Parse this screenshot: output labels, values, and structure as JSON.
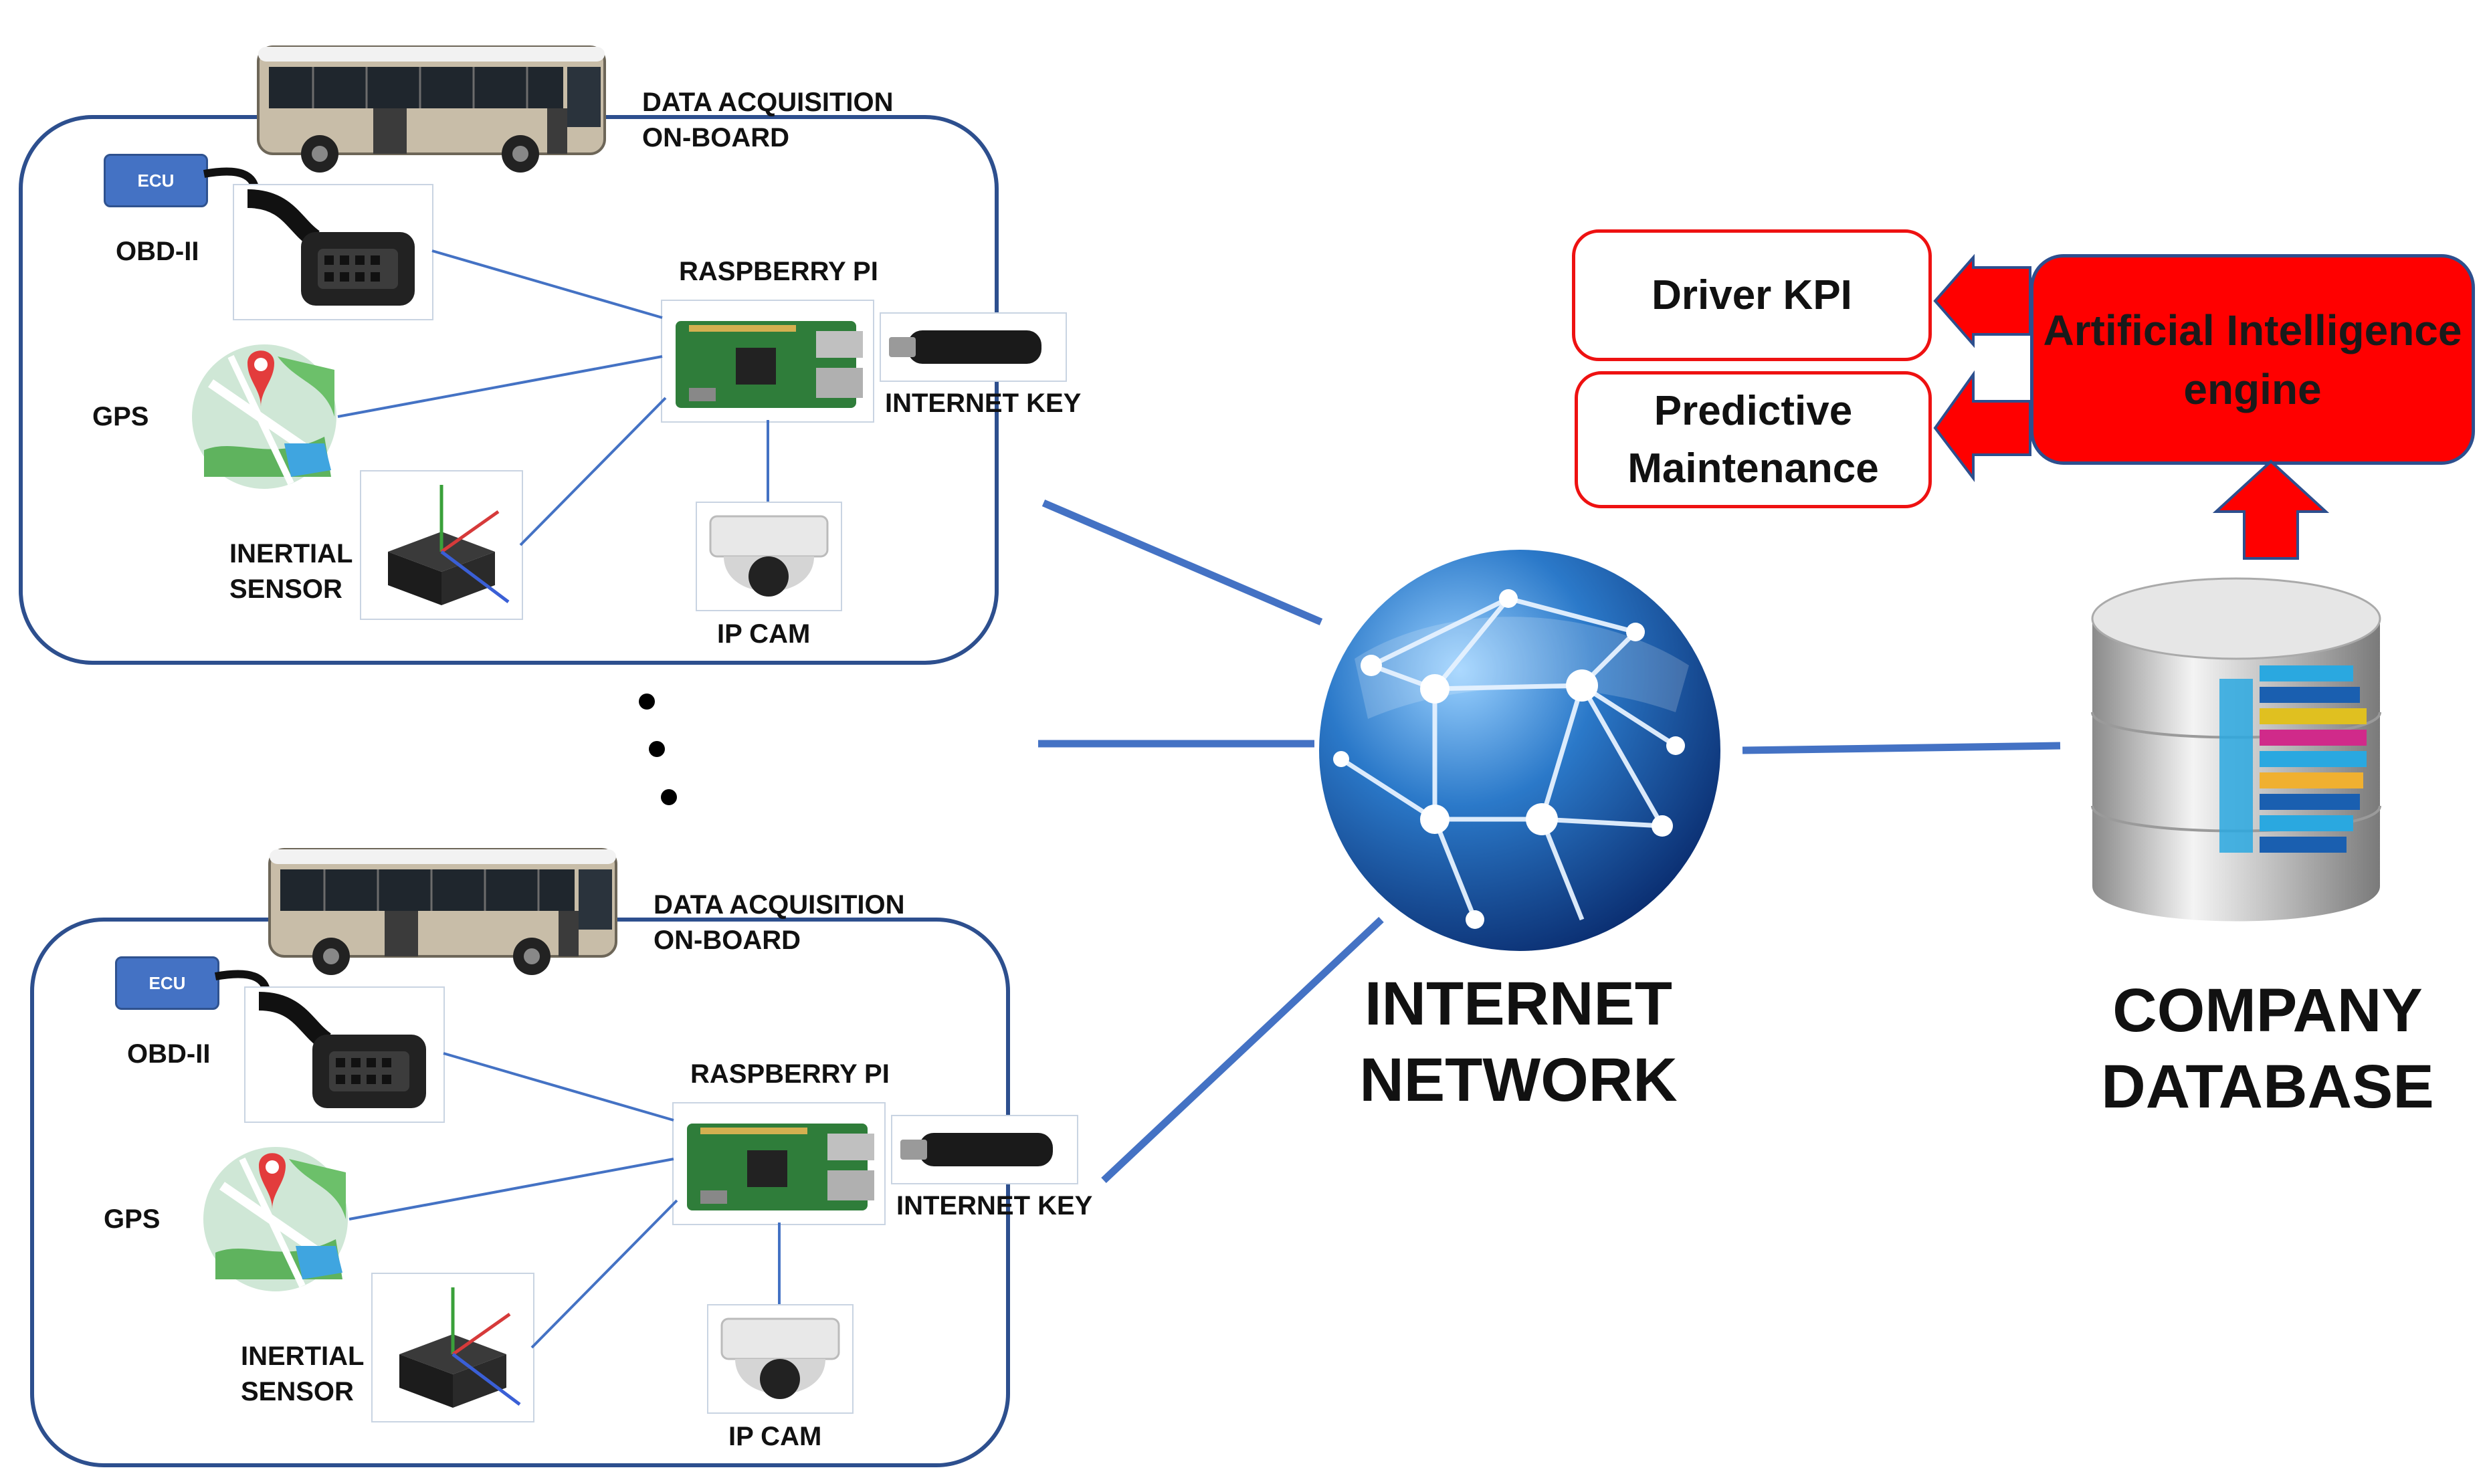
{
  "units": [
    {
      "title_line1": "DATA ACQUISITION",
      "title_line2": "ON-BOARD",
      "ecu": "ECU",
      "obd": "OBD-II",
      "gps": "GPS",
      "inertial_line1": "INERTIAL",
      "inertial_line2": "SENSOR",
      "raspberry": "RASPBERRY PI",
      "internet_key": "INTERNET KEY",
      "ipcam": "IP CAM"
    },
    {
      "title_line1": "DATA ACQUISITION",
      "title_line2": "ON-BOARD",
      "ecu": "ECU",
      "obd": "OBD-II",
      "gps": "GPS",
      "inertial_line1": "INERTIAL",
      "inertial_line2": "SENSOR",
      "raspberry": "RASPBERRY PI",
      "internet_key": "INTERNET KEY",
      "ipcam": "IP CAM"
    }
  ],
  "internet": {
    "line1": "INTERNET",
    "line2": "NETWORK"
  },
  "database": {
    "line1": "COMPANY",
    "line2": "DATABASE"
  },
  "ai_engine": {
    "line1": "Artificial Intelligence",
    "line2": "engine"
  },
  "outputs": {
    "driver_kpi": "Driver KPI",
    "predictive_line1": "Predictive",
    "predictive_line2": "Maintenance"
  },
  "colors": {
    "panel_border": "#2d4f8e",
    "connector": "#4472c4",
    "ai_fill": "#ff0000",
    "output_border": "#ee1111"
  }
}
